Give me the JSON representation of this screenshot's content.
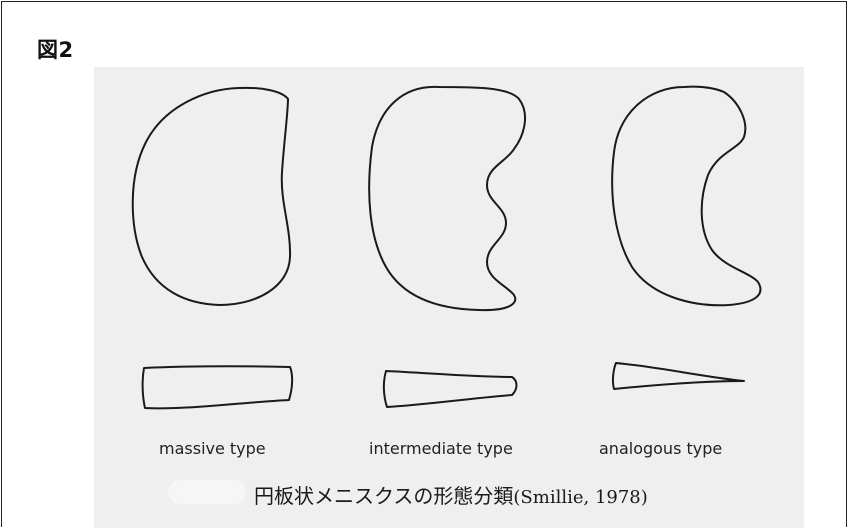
{
  "figure": {
    "label": "図2"
  },
  "types": [
    {
      "label": "massive type"
    },
    {
      "label": "intermediate type"
    },
    {
      "label": "analogous type"
    }
  ],
  "caption": {
    "text": "円板状メニスクスの形態分類",
    "citation": "(Smillie, 1978)"
  }
}
